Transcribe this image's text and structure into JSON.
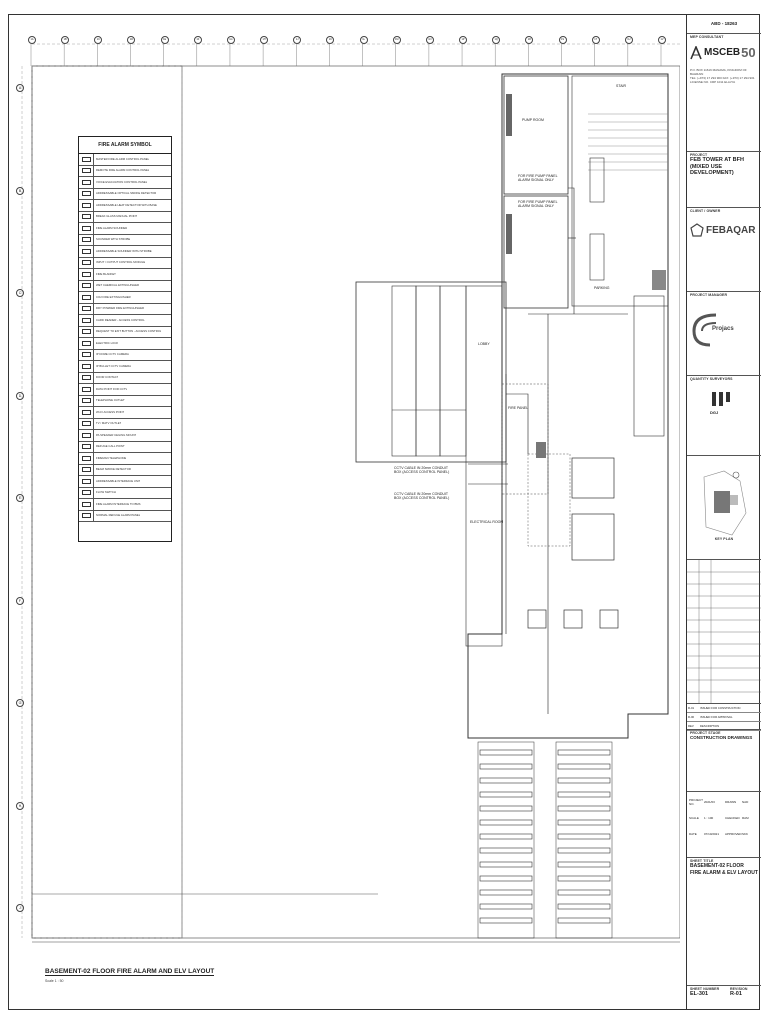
{
  "drawing": {
    "title": "BASEMENT-02 FLOOR FIRE ALARM AND ELV LAYOUT",
    "scale": "Scale 1 : 50"
  },
  "legend": {
    "title": "FIRE ALARM SYMBOL",
    "rows": [
      "MASTER FIRE ALARM CONTROL PANEL",
      "REMOTE FIRE ALARM CONTROL PANEL",
      "VOICE EVACUATION CONTROL PANEL",
      "ADDRESSABLE OPTICAL SMOKE DETECTOR",
      "ADDRESSABLE HEAT DETECTOR WITH BASE",
      "BREAK GLASS MANUAL POINT",
      "FIRE ALARM SOUNDER",
      "SOUNDER WITH STROBE",
      "ADDRESSABLE SOUNDER WITH STROBE",
      "INPUT / OUTPUT CONTROL MODULE",
      "FIRE BLANKET",
      "WET CHEMICAL EXTINGUISHER",
      "CO2 FIRE EXTINGUISHER",
      "DRY POWDER FIRE EXTINGUISHER",
      "CARD READER - ACCESS CONTROL",
      "REQUEST TO EXIT BUTTON - ACCESS CONTROL",
      "ELECTRIC LOCK",
      "IP DOME CCTV CAMERA",
      "IP BULLET CCTV CAMERA",
      "DOOR CONTACT",
      "DATA POINT FOR CCTV",
      "TELEPHONE OUTLET",
      "WI-FI ACCESS POINT",
      "TV / MATV OUTLET",
      "PA SPEAKER CEILING MOUNT",
      "REFUGE CALL POINT",
      "FIREMAN TELEPHONE",
      "BEAM SMOKE DETECTOR",
      "ADDRESSABLE INTERFACE UNIT",
      "FLOW SWITCH",
      "FIRE ALARM INTERFACE TO BMS",
      "NORMAL REFUGE ALARM PANEL"
    ]
  },
  "annotations": {
    "pump_room_1": "FOR FIRE PUMP PANEL",
    "pump_room_1b": "ALARM SIGNAL ONLY",
    "pump_room_2": "FOR FIRE PUMP PANEL",
    "pump_room_2b": "ALARM SIGNAL ONLY",
    "pump_room_label": "PUMP ROOM",
    "cctv_1": "CCTV CABLE IN 20mm CONDUIT",
    "cctv_1b": "BOX (ACCESS CONTROL PANEL)",
    "cctv_2": "CCTV CABLE IN 20mm CONDUIT",
    "cctv_2b": "BOX (ACCESS CONTROL PANEL)",
    "elec_room": "ELECTRICAL ROOM",
    "fire_panel": "FIRE PANEL",
    "parking": "PARKING",
    "lobby": "LOBBY",
    "stair": "STAIR"
  },
  "title_block": {
    "consultant_label": "MEP CONSULTANT",
    "consultant_name": "MSCEB",
    "consultant_years": "50",
    "consultant_addr1": "P.O. BOX 11616 MANAMA, KINGDOM OF BAHRAIN",
    "consultant_addr2": "TEL: (+973) 17 294 900 FAX: (+973) 17 294 901",
    "consultant_addr3": "LICENSE NO. CRP 1011 ELAJYA",
    "ref_no": "ABD - 18263",
    "project_label": "PROJECT",
    "project_name": "FEB TOWER AT BFH",
    "project_sub": "(MIXED USE DEVELOPMENT)",
    "client_label": "CLIENT / OWNER",
    "client_name": "FEBAQAR",
    "pm_label": "PROJECT MANAGER",
    "pm_name": "Projacs",
    "qs_label": "QUANTITY SURVEYORS",
    "qs_name": "DGJ",
    "keyplan_label": "KEY PLAN",
    "stage_label": "PROJECT STAGE",
    "stage_value": "CONSTRUCTION DRAWINGS",
    "rev_rows": [
      {
        "rev": "R-01",
        "desc": "ISSUED FOR CONSTRUCTION"
      },
      {
        "rev": "R-00",
        "desc": "ISSUED FOR APPROVAL"
      },
      {
        "rev": "REV",
        "desc": "DESCRIPTION"
      }
    ],
    "info": {
      "project_no_label": "PROJECT NO.",
      "project_no": "2021/03",
      "drawn_label": "DRAWN",
      "drawn": "NAD",
      "scale_label": "SCALE",
      "scale": "1 : 100",
      "checked_label": "CHECKED",
      "checked": "RAM",
      "date_label": "DATE",
      "date": "07/10/2021",
      "approved_label": "APPROVED",
      "approved": "SKK"
    },
    "sheet_title_label": "SHEET TITLE",
    "sheet_title_1": "BASEMENT-02 FLOOR",
    "sheet_title_2": "FIRE ALARM & ELV LAYOUT",
    "sheet_no_label": "SHEET NUMBER",
    "sheet_no": "EL-301",
    "revision_label": "REVISION",
    "revision": "R-01"
  },
  "grid": {
    "top": [
      "1A",
      "1B",
      "1C",
      "1D",
      "1E",
      "1F",
      "1G",
      "1H",
      "1J",
      "1K",
      "1L",
      "1M",
      "1N",
      "1P",
      "1Q",
      "1R",
      "1S",
      "1T",
      "1U",
      "1V"
    ],
    "left": [
      "A",
      "B",
      "C",
      "D",
      "E",
      "F",
      "G",
      "H",
      "J"
    ]
  }
}
